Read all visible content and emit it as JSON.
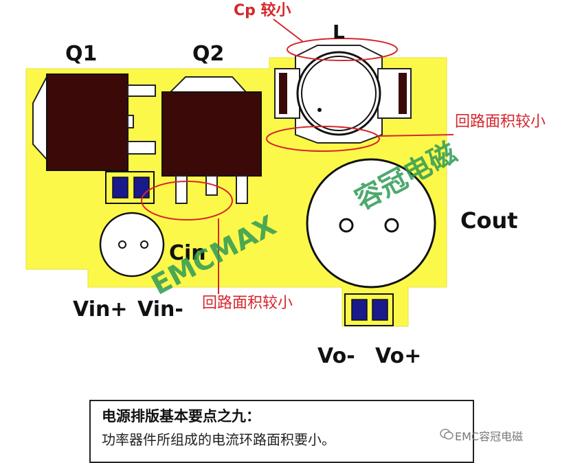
{
  "labels": {
    "q1": "Q1",
    "q2": "Q2",
    "inductor": "L",
    "cin": "Cin",
    "cout": "Cout",
    "vin_plus": "Vin+",
    "vin_minus": "Vin-",
    "vo_minus": "Vo-",
    "vo_plus": "Vo+"
  },
  "annotations": {
    "cp_small": "Cp 较小",
    "loop_area_right": "回路面积较小",
    "loop_area_bottom": "回路面积较小"
  },
  "watermark": {
    "latin": "EMCMAX",
    "chinese": "容冠电磁"
  },
  "caption": {
    "title": "电源排版基本要点之九：",
    "body": "功率器件所组成的电流环路面积要小。"
  },
  "brand": "EMC容冠电磁",
  "colors": {
    "pcb_yellow": "#fcf84a",
    "component_dark": "#3b0a08",
    "pad_blue": "#1a1a8c",
    "annotation_red": "#d6262b",
    "watermark_green": "#2e9b55"
  }
}
